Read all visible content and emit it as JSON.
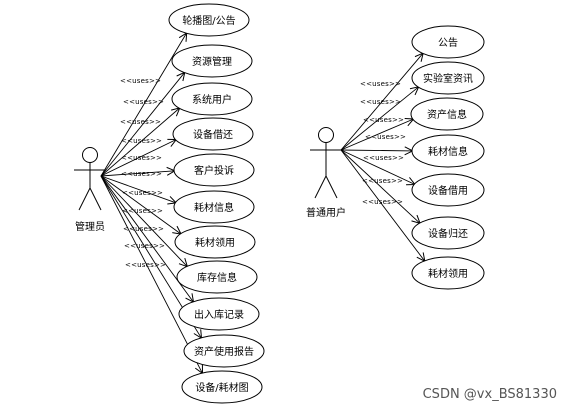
{
  "actors": {
    "admin": {
      "label": "管理员"
    },
    "user": {
      "label": "普通用户"
    }
  },
  "stereotype": "<<uses>>",
  "admin_use_cases": [
    "轮播图/公告",
    "资源管理",
    "系统用户",
    "设备借还",
    "客户投诉",
    "耗材信息",
    "耗材领用",
    "库存信息",
    "出入库记录",
    "资产使用报告",
    "设备/耗材图"
  ],
  "user_use_cases": [
    "公告",
    "实验室资讯",
    "资产信息",
    "耗材信息",
    "设备借用",
    "设备归还",
    "耗材领用"
  ],
  "watermark": "CSDN @vx_BS81330"
}
